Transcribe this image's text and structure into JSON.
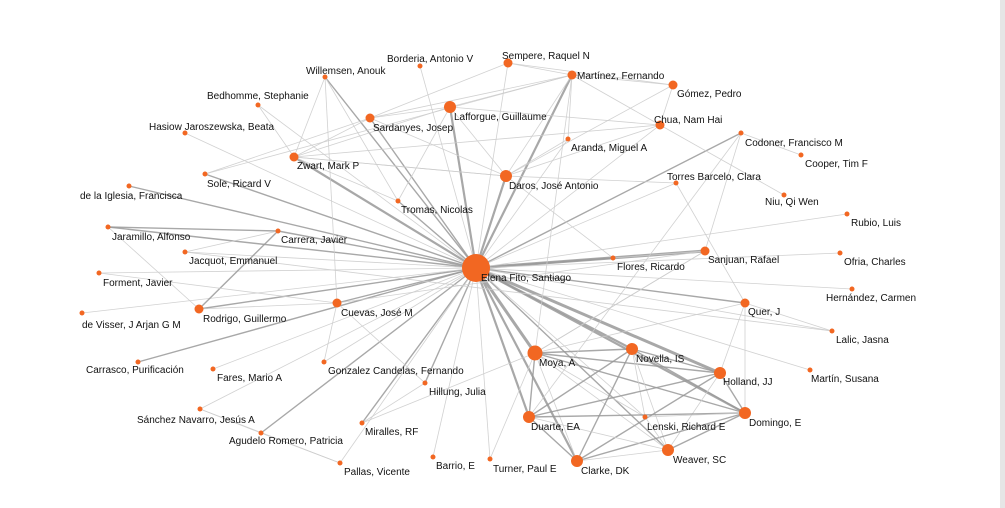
{
  "colors": {
    "node": "#F26722",
    "edge_light": "#cccccc",
    "edge_dark": "#999999"
  },
  "nodes": [
    {
      "id": "Elena Fito, Santiago",
      "label": "Elena Fito, Santiago",
      "size": "hub"
    },
    {
      "id": "Borderia, Antonio V",
      "label": "Borderia, Antonio V",
      "size": "xs"
    },
    {
      "id": "Sempere, Raquel N",
      "label": "Sempere, Raquel N",
      "size": "sm"
    },
    {
      "id": "Willemsen, Anouk",
      "label": "Willemsen, Anouk",
      "size": "xs"
    },
    {
      "id": "Martinez, Fernando",
      "label": "Martínez, Fernando",
      "size": "sm"
    },
    {
      "id": "Gomez, Pedro",
      "label": "Gómez, Pedro",
      "size": "sm"
    },
    {
      "id": "Bedhomme, Stephanie",
      "label": "Bedhomme, Stephanie",
      "size": "xs"
    },
    {
      "id": "Lafforgue, Guillaume",
      "label": "Lafforgue, Guillaume",
      "size": "md"
    },
    {
      "id": "Chua, Nam Hai",
      "label": "Chua, Nam Hai",
      "size": "sm"
    },
    {
      "id": "Hasiow Jaroszewska, Beata",
      "label": "Hasiow Jaroszewska, Beata",
      "size": "xs"
    },
    {
      "id": "Sardanyes, Josep",
      "label": "Sardanyes, Josep",
      "size": "sm"
    },
    {
      "id": "Codoner, Francisco M",
      "label": "Codoner, Francisco M",
      "size": "xs"
    },
    {
      "id": "Aranda, Miguel A",
      "label": "Aranda, Miguel A",
      "size": "xs"
    },
    {
      "id": "Zwart, Mark P",
      "label": "Zwart, Mark P",
      "size": "sm"
    },
    {
      "id": "Cooper, Tim F",
      "label": "Cooper, Tim F",
      "size": "xs"
    },
    {
      "id": "Sole, Ricard V",
      "label": "Sole, Ricard V",
      "size": "xs"
    },
    {
      "id": "Daros, Jose Antonio",
      "label": "Daros, José Antonio",
      "size": "md"
    },
    {
      "id": "Torres Barcelo, Clara",
      "label": "Torres Barcelo, Clara",
      "size": "xs"
    },
    {
      "id": "de la Iglesia, Francisca",
      "label": "de la Iglesia, Francisca",
      "size": "xs"
    },
    {
      "id": "Niu, Qi Wen",
      "label": "Niu, Qi Wen",
      "size": "xs"
    },
    {
      "id": "Tromas, Nicolas",
      "label": "Tromas, Nicolas",
      "size": "xs"
    },
    {
      "id": "Rubio, Luis",
      "label": "Rubio, Luis",
      "size": "xs"
    },
    {
      "id": "Jaramillo, Alfonso",
      "label": "Jaramillo, Alfonso",
      "size": "xs"
    },
    {
      "id": "Carrera, Javier",
      "label": "Carrera, Javier",
      "size": "xs"
    },
    {
      "id": "Sanjuan, Rafael",
      "label": "Sanjuan, Rafael",
      "size": "sm"
    },
    {
      "id": "Jacquot, Emmanuel",
      "label": "Jacquot, Emmanuel",
      "size": "xs"
    },
    {
      "id": "Ofria, Charles",
      "label": "Ofria, Charles",
      "size": "xs"
    },
    {
      "id": "Flores, Ricardo",
      "label": "Flores, Ricardo",
      "size": "xs"
    },
    {
      "id": "Forment, Javier",
      "label": "Forment, Javier",
      "size": "xs"
    },
    {
      "id": "Hernandez, Carmen",
      "label": "Hernández, Carmen",
      "size": "xs"
    },
    {
      "id": "de Visser, J Arjan G M",
      "label": "de Visser, J Arjan G M",
      "size": "xs"
    },
    {
      "id": "Rodrigo, Guillermo",
      "label": "Rodrigo, Guillermo",
      "size": "sm"
    },
    {
      "id": "Cuevas, Jose M",
      "label": "Cuevas, José M",
      "size": "sm"
    },
    {
      "id": "Quer, J",
      "label": "Quer, J",
      "size": "sm"
    },
    {
      "id": "Lalic, Jasna",
      "label": "Lalic, Jasna",
      "size": "xs"
    },
    {
      "id": "Carrasco, Purificacion",
      "label": "Carrasco, Purificación",
      "size": "xs"
    },
    {
      "id": "Moya, A",
      "label": "Moya, A",
      "size": "lg"
    },
    {
      "id": "Novella, IS",
      "label": "Novella, IS",
      "size": "md"
    },
    {
      "id": "Fares, Mario A",
      "label": "Fares, Mario A",
      "size": "xs"
    },
    {
      "id": "Gonzalez Candelas, Fernando",
      "label": "Gonzalez Candelas, Fernando",
      "size": "xs"
    },
    {
      "id": "Holland, JJ",
      "label": "Holland, JJ",
      "size": "md"
    },
    {
      "id": "Martin, Susana",
      "label": "Martín, Susana",
      "size": "xs"
    },
    {
      "id": "Hillung, Julia",
      "label": "Hillung, Julia",
      "size": "xs"
    },
    {
      "id": "Sanchez Navarro, Jesus A",
      "label": "Sánchez Navarro, Jesús A",
      "size": "xs"
    },
    {
      "id": "Domingo, E",
      "label": "Domingo, E",
      "size": "md"
    },
    {
      "id": "Duarte, EA",
      "label": "Duarte, EA",
      "size": "md"
    },
    {
      "id": "Lenski, Richard E",
      "label": "Lenski, Richard E",
      "size": "xs"
    },
    {
      "id": "Miralles, RF",
      "label": "Miralles, RF",
      "size": "xs"
    },
    {
      "id": "Agudelo Romero, Patricia",
      "label": "Agudelo Romero, Patricia",
      "size": "xs"
    },
    {
      "id": "Weaver, SC",
      "label": "Weaver, SC",
      "size": "md"
    },
    {
      "id": "Barrio, E",
      "label": "Barrio, E",
      "size": "xs"
    },
    {
      "id": "Turner, Paul E",
      "label": "Turner, Paul E",
      "size": "xs"
    },
    {
      "id": "Clarke, DK",
      "label": "Clarke, DK",
      "size": "md"
    },
    {
      "id": "Pallas, Vicente",
      "label": "Pallas, Vicente",
      "size": "xs"
    }
  ],
  "edges": [
    {
      "source": "Elena Fito, Santiago",
      "target": "Moya, A",
      "weight": 4
    },
    {
      "source": "Elena Fito, Santiago",
      "target": "Novella, IS",
      "weight": 3
    },
    {
      "source": "Elena Fito, Santiago",
      "target": "Holland, JJ",
      "weight": 4
    },
    {
      "source": "Elena Fito, Santiago",
      "target": "Domingo, E",
      "weight": 3
    },
    {
      "source": "Elena Fito, Santiago",
      "target": "Duarte, EA",
      "weight": 3
    },
    {
      "source": "Elena Fito, Santiago",
      "target": "Clarke, DK",
      "weight": 3
    },
    {
      "source": "Elena Fito, Santiago",
      "target": "Weaver, SC",
      "weight": 2
    },
    {
      "source": "Elena Fito, Santiago",
      "target": "Quer, J",
      "weight": 2
    },
    {
      "source": "Elena Fito, Santiago",
      "target": "Lenski, Richard E",
      "weight": 1
    },
    {
      "source": "Elena Fito, Santiago",
      "target": "Sanjuan, Rafael",
      "weight": 4
    },
    {
      "source": "Elena Fito, Santiago",
      "target": "Flores, Ricardo",
      "weight": 2
    },
    {
      "source": "Elena Fito, Santiago",
      "target": "Daros, Jose Antonio",
      "weight": 3
    },
    {
      "source": "Elena Fito, Santiago",
      "target": "Lafforgue, Guillaume",
      "weight": 3
    },
    {
      "source": "Elena Fito, Santiago",
      "target": "Martinez, Fernando",
      "weight": 3
    },
    {
      "source": "Elena Fito, Santiago",
      "target": "Sempere, Raquel N",
      "weight": 1
    },
    {
      "source": "Elena Fito, Santiago",
      "target": "Borderia, Antonio V",
      "weight": 1
    },
    {
      "source": "Elena Fito, Santiago",
      "target": "Willemsen, Anouk",
      "weight": 2
    },
    {
      "source": "Elena Fito, Santiago",
      "target": "Zwart, Mark P",
      "weight": 3
    },
    {
      "source": "Elena Fito, Santiago",
      "target": "Sardanyes, Josep",
      "weight": 2
    },
    {
      "source": "Elena Fito, Santiago",
      "target": "Tromas, Nicolas",
      "weight": 2
    },
    {
      "source": "Elena Fito, Santiago",
      "target": "Bedhomme, Stephanie",
      "weight": 1
    },
    {
      "source": "Elena Fito, Santiago",
      "target": "Hasiow Jaroszewska, Beata",
      "weight": 1
    },
    {
      "source": "Elena Fito, Santiago",
      "target": "Sole, Ricard V",
      "weight": 2
    },
    {
      "source": "Elena Fito, Santiago",
      "target": "de la Iglesia, Francisca",
      "weight": 2
    },
    {
      "source": "Elena Fito, Santiago",
      "target": "Jaramillo, Alfonso",
      "weight": 2
    },
    {
      "source": "Elena Fito, Santiago",
      "target": "Carrera, Javier",
      "weight": 2
    },
    {
      "source": "Elena Fito, Santiago",
      "target": "Jacquot, Emmanuel",
      "weight": 1
    },
    {
      "source": "Elena Fito, Santiago",
      "target": "Forment, Javier",
      "weight": 1
    },
    {
      "source": "Elena Fito, Santiago",
      "target": "Rodrigo, Guillermo",
      "weight": 2
    },
    {
      "source": "Elena Fito, Santiago",
      "target": "de Visser, J Arjan G M",
      "weight": 1
    },
    {
      "source": "Elena Fito, Santiago",
      "target": "Cuevas, Jose M",
      "weight": 2
    },
    {
      "source": "Elena Fito, Santiago",
      "target": "Carrasco, Purificacion",
      "weight": 2
    },
    {
      "source": "Elena Fito, Santiago",
      "target": "Fares, Mario A",
      "weight": 1
    },
    {
      "source": "Elena Fito, Santiago",
      "target": "Gonzalez Candelas, Fernando",
      "weight": 1
    },
    {
      "source": "Elena Fito, Santiago",
      "target": "Hillung, Julia",
      "weight": 2
    },
    {
      "source": "Elena Fito, Santiago",
      "target": "Sanchez Navarro, Jesus A",
      "weight": 1
    },
    {
      "source": "Elena Fito, Santiago",
      "target": "Agudelo Romero, Patricia",
      "weight": 2
    },
    {
      "source": "Elena Fito, Santiago",
      "target": "Miralles, RF",
      "weight": 2
    },
    {
      "source": "Elena Fito, Santiago",
      "target": "Pallas, Vicente",
      "weight": 1
    },
    {
      "source": "Elena Fito, Santiago",
      "target": "Barrio, E",
      "weight": 1
    },
    {
      "source": "Elena Fito, Santiago",
      "target": "Turner, Paul E",
      "weight": 1
    },
    {
      "source": "Elena Fito, Santiago",
      "target": "Hernandez, Carmen",
      "weight": 1
    },
    {
      "source": "Elena Fito, Santiago",
      "target": "Lalic, Jasna",
      "weight": 1
    },
    {
      "source": "Elena Fito, Santiago",
      "target": "Martin, Susana",
      "weight": 1
    },
    {
      "source": "Elena Fito, Santiago",
      "target": "Codoner, Francisco M",
      "weight": 2
    },
    {
      "source": "Elena Fito, Santiago",
      "target": "Torres Barcelo, Clara",
      "weight": 1
    },
    {
      "source": "Elena Fito, Santiago",
      "target": "Aranda, Miguel A",
      "weight": 1
    },
    {
      "source": "Elena Fito, Santiago",
      "target": "Chua, Nam Hai",
      "weight": 1
    },
    {
      "source": "Elena Fito, Santiago",
      "target": "Ofria, Charles",
      "weight": 1
    },
    {
      "source": "Elena Fito, Santiago",
      "target": "Rubio, Luis",
      "weight": 1
    },
    {
      "source": "Moya, A",
      "target": "Novella, IS",
      "weight": 2
    },
    {
      "source": "Moya, A",
      "target": "Holland, JJ",
      "weight": 2
    },
    {
      "source": "Moya, A",
      "target": "Domingo, E",
      "weight": 2
    },
    {
      "source": "Moya, A",
      "target": "Duarte, EA",
      "weight": 2
    },
    {
      "source": "Moya, A",
      "target": "Clarke, DK",
      "weight": 1
    },
    {
      "source": "Moya, A",
      "target": "Weaver, SC",
      "weight": 1
    },
    {
      "source": "Moya, A",
      "target": "Quer, J",
      "weight": 1
    },
    {
      "source": "Moya, A",
      "target": "Martinez, Fernando",
      "weight": 1
    },
    {
      "source": "Moya, A",
      "target": "Sanjuan, Rafael",
      "weight": 1
    },
    {
      "source": "Moya, A",
      "target": "Lenski, Richard E",
      "weight": 1
    },
    {
      "source": "Novella, IS",
      "target": "Holland, JJ",
      "weight": 2
    },
    {
      "source": "Novella, IS",
      "target": "Domingo, E",
      "weight": 2
    },
    {
      "source": "Novella, IS",
      "target": "Duarte, EA",
      "weight": 2
    },
    {
      "source": "Novella, IS",
      "target": "Clarke, DK",
      "weight": 2
    },
    {
      "source": "Novella, IS",
      "target": "Weaver, SC",
      "weight": 1
    },
    {
      "source": "Novella, IS",
      "target": "Lenski, Richard E",
      "weight": 1
    },
    {
      "source": "Holland, JJ",
      "target": "Domingo, E",
      "weight": 2
    },
    {
      "source": "Holland, JJ",
      "target": "Duarte, EA",
      "weight": 2
    },
    {
      "source": "Holland, JJ",
      "target": "Clarke, DK",
      "weight": 2
    },
    {
      "source": "Holland, JJ",
      "target": "Weaver, SC",
      "weight": 1
    },
    {
      "source": "Holland, JJ",
      "target": "Quer, J",
      "weight": 1
    },
    {
      "source": "Domingo, E",
      "target": "Duarte, EA",
      "weight": 2
    },
    {
      "source": "Domingo, E",
      "target": "Clarke, DK",
      "weight": 2
    },
    {
      "source": "Domingo, E",
      "target": "Weaver, SC",
      "weight": 2
    },
    {
      "source": "Domingo, E",
      "target": "Quer, J",
      "weight": 1
    },
    {
      "source": "Domingo, E",
      "target": "Lenski, Richard E",
      "weight": 1
    },
    {
      "source": "Duarte, EA",
      "target": "Clarke, DK",
      "weight": 2
    },
    {
      "source": "Duarte, EA",
      "target": "Weaver, SC",
      "weight": 1
    },
    {
      "source": "Clarke, DK",
      "target": "Weaver, SC",
      "weight": 1
    },
    {
      "source": "Lenski, Richard E",
      "target": "Weaver, SC",
      "weight": 1
    },
    {
      "source": "Sanjuan, Rafael",
      "target": "Flores, Ricardo",
      "weight": 1
    },
    {
      "source": "Sanjuan, Rafael",
      "target": "Moya, A",
      "weight": 1
    },
    {
      "source": "Sanjuan, Rafael",
      "target": "Codoner, Francisco M",
      "weight": 1
    },
    {
      "source": "Sanjuan, Rafael",
      "target": "Cuevas, Jose M",
      "weight": 1
    },
    {
      "source": "Flores, Ricardo",
      "target": "Daros, Jose Antonio",
      "weight": 1
    },
    {
      "source": "Daros, Jose Antonio",
      "target": "Martinez, Fernando",
      "weight": 1
    },
    {
      "source": "Daros, Jose Antonio",
      "target": "Lafforgue, Guillaume",
      "weight": 1
    },
    {
      "source": "Daros, Jose Antonio",
      "target": "Chua, Nam Hai",
      "weight": 1
    },
    {
      "source": "Daros, Jose Antonio",
      "target": "Aranda, Miguel A",
      "weight": 1
    },
    {
      "source": "Daros, Jose Antonio",
      "target": "Sardanyes, Josep",
      "weight": 1
    },
    {
      "source": "Daros, Jose Antonio",
      "target": "Torres Barcelo, Clara",
      "weight": 1
    },
    {
      "source": "Daros, Jose Antonio",
      "target": "Zwart, Mark P",
      "weight": 1
    },
    {
      "source": "Lafforgue, Guillaume",
      "target": "Martinez, Fernando",
      "weight": 1
    },
    {
      "source": "Lafforgue, Guillaume",
      "target": "Chua, Nam Hai",
      "weight": 1
    },
    {
      "source": "Lafforgue, Guillaume",
      "target": "Tromas, Nicolas",
      "weight": 1
    },
    {
      "source": "Lafforgue, Guillaume",
      "target": "Sardanyes, Josep",
      "weight": 1
    },
    {
      "source": "Lafforgue, Guillaume",
      "target": "Zwart, Mark P",
      "weight": 1
    },
    {
      "source": "Martinez, Fernando",
      "target": "Gomez, Pedro",
      "weight": 1
    },
    {
      "source": "Martinez, Fernando",
      "target": "Sempere, Raquel N",
      "weight": 1
    },
    {
      "source": "Martinez, Fernando",
      "target": "Aranda, Miguel A",
      "weight": 1
    },
    {
      "source": "Martinez, Fernando",
      "target": "Sardanyes, Josep",
      "weight": 1
    },
    {
      "source": "Martinez, Fernando",
      "target": "Chua, Nam Hai",
      "weight": 1
    },
    {
      "source": "Gomez, Pedro",
      "target": "Chua, Nam Hai",
      "weight": 1
    },
    {
      "source": "Gomez, Pedro",
      "target": "Daros, Jose Antonio",
      "weight": 1
    },
    {
      "source": "Sempere, Raquel N",
      "target": "Gomez, Pedro",
      "weight": 1
    },
    {
      "source": "Sempere, Raquel N",
      "target": "Sardanyes, Josep",
      "weight": 1
    },
    {
      "source": "Chua, Nam Hai",
      "target": "Niu, Qi Wen",
      "weight": 1
    },
    {
      "source": "Chua, Nam Hai",
      "target": "Zwart, Mark P",
      "weight": 1
    },
    {
      "source": "Sardanyes, Josep",
      "target": "Sole, Ricard V",
      "weight": 1
    },
    {
      "source": "Sardanyes, Josep",
      "target": "Zwart, Mark P",
      "weight": 1
    },
    {
      "source": "Zwart, Mark P",
      "target": "Tromas, Nicolas",
      "weight": 1
    },
    {
      "source": "Zwart, Mark P",
      "target": "Willemsen, Anouk",
      "weight": 1
    },
    {
      "source": "Zwart, Mark P",
      "target": "Bedhomme, Stephanie",
      "weight": 1
    },
    {
      "source": "Zwart, Mark P",
      "target": "Daros, Jose Antonio",
      "weight": 1
    },
    {
      "source": "Willemsen, Anouk",
      "target": "Tromas, Nicolas",
      "weight": 1
    },
    {
      "source": "Willemsen, Anouk",
      "target": "Cuevas, Jose M",
      "weight": 1
    },
    {
      "source": "Jaramillo, Alfonso",
      "target": "Carrera, Javier",
      "weight": 2
    },
    {
      "source": "Jaramillo, Alfonso",
      "target": "Rodrigo, Guillermo",
      "weight": 1
    },
    {
      "source": "Carrera, Javier",
      "target": "Rodrigo, Guillermo",
      "weight": 2
    },
    {
      "source": "Carrera, Javier",
      "target": "Jacquot, Emmanuel",
      "weight": 1
    },
    {
      "source": "Rodrigo, Guillermo",
      "target": "Cuevas, Jose M",
      "weight": 1
    },
    {
      "source": "Cuevas, Jose M",
      "target": "Hillung, Julia",
      "weight": 1
    },
    {
      "source": "Cuevas, Jose M",
      "target": "Gonzalez Candelas, Fernando",
      "weight": 1
    },
    {
      "source": "Cuevas, Jose M",
      "target": "Forment, Javier",
      "weight": 1
    },
    {
      "source": "Hillung, Julia",
      "target": "Miralles, RF",
      "weight": 1
    },
    {
      "source": "Miralles, RF",
      "target": "Moya, A",
      "weight": 1
    },
    {
      "source": "Agudelo Romero, Patricia",
      "target": "Pallas, Vicente",
      "weight": 1
    },
    {
      "source": "Agudelo Romero, Patricia",
      "target": "Sanchez Navarro, Jesus A",
      "weight": 1
    },
    {
      "source": "Sanchez Navarro, Jesus A",
      "target": "Pallas, Vicente",
      "weight": 1
    },
    {
      "source": "Torres Barcelo, Clara",
      "target": "Quer, J",
      "weight": 1
    },
    {
      "source": "Codoner, Francisco M",
      "target": "Cooper, Tim F",
      "weight": 1
    },
    {
      "source": "Codoner, Francisco M",
      "target": "Duarte, EA",
      "weight": 1
    },
    {
      "source": "Turner, Paul E",
      "target": "Moya, A",
      "weight": 1
    },
    {
      "source": "Lalic, Jasna",
      "target": "Quer, J",
      "weight": 1
    },
    {
      "source": "Sole, Ricard V",
      "target": "Martinez, Fernando",
      "weight": 1
    },
    {
      "source": "Jacquot, Emmanuel",
      "target": "Lalic, Jasna",
      "weight": 1
    }
  ]
}
